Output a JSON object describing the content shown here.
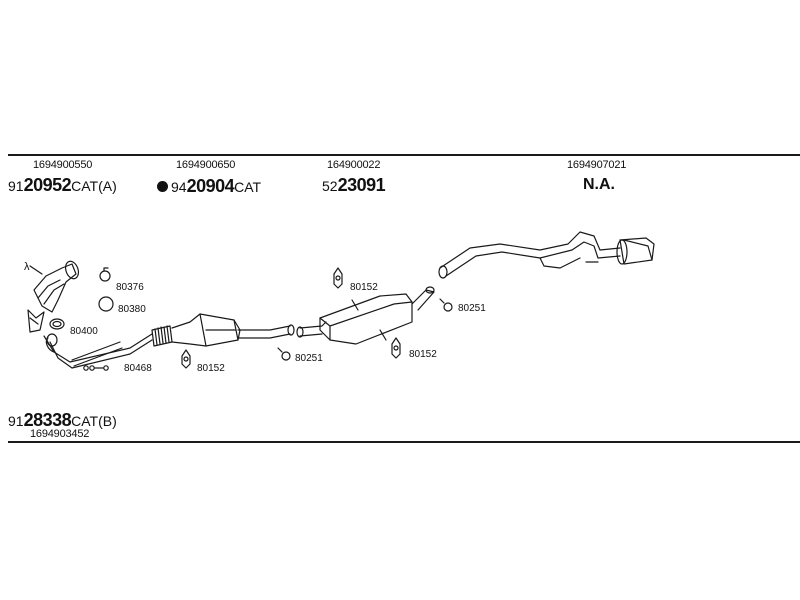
{
  "parts": [
    {
      "oe": "1694900550",
      "prefix": "91",
      "main": "20952",
      "suffix": "CAT(A)"
    },
    {
      "oe": "1694900650",
      "prefix": "94",
      "main": "20904",
      "suffix": "CAT",
      "marker": "filled-circle-icon"
    },
    {
      "oe": "164900022",
      "prefix": "52",
      "main": "23091",
      "suffix": ""
    },
    {
      "oe": "1694907021",
      "main": "N.A."
    }
  ],
  "bottom_part": {
    "prefix": "91",
    "main": "28338",
    "suffix": "CAT(B)",
    "oe": "1694903452"
  },
  "callouts": {
    "lambda": "λ",
    "c1": "80376",
    "c2": "80380",
    "c3": "80400",
    "c4": "80468",
    "c5": "80152",
    "c6": "80251",
    "c7": "80152",
    "c8": "80251",
    "c9": "80152"
  }
}
